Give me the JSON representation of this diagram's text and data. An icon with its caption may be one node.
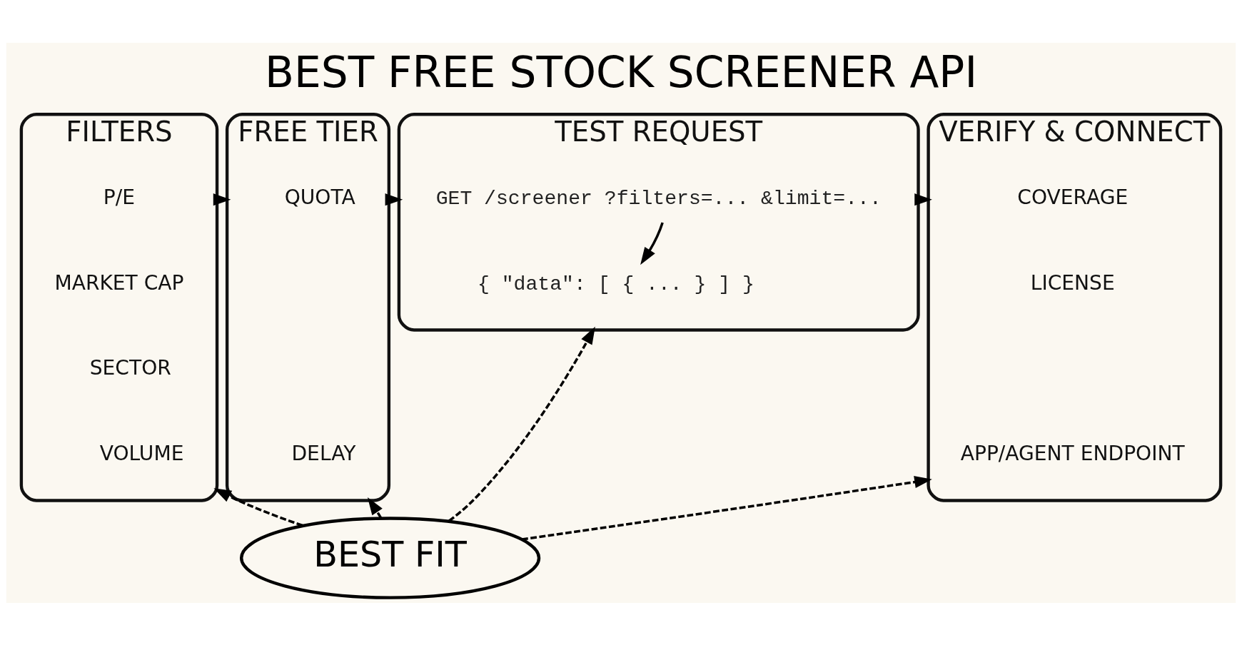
{
  "diagram": {
    "title": "BEST FREE STOCK SCREENER API",
    "nodes": [
      {
        "text": [
          "FILTERS"
        ]
      },
      {
        "text": [
          "P/E"
        ],
        "in": 0
      },
      {
        "text": [
          "MARKET CAP"
        ],
        "in": 0
      },
      {
        "text": [
          "SECTOR"
        ],
        "in": 0
      },
      {
        "text": [
          "VOLUME"
        ],
        "in": 0
      },
      {
        "text": [
          "FREE TIER"
        ]
      },
      {
        "text": [
          "QUOTA"
        ],
        "in": 5
      },
      {
        "text": [
          "DELAY"
        ],
        "in": 5
      },
      {
        "text": [
          "TEST REQUEST"
        ]
      },
      {
        "text": [
          "GET /screener ?filters=... &limit=..."
        ],
        "in": 8
      },
      {
        "text": [
          "{ \"data\": [ { ... } ] }"
        ],
        "in": 8
      },
      {
        "text": [
          "VERIFY & CONNECT"
        ]
      },
      {
        "text": [
          "COVERAGE"
        ],
        "in": 11
      },
      {
        "text": [
          "LICENSE"
        ],
        "in": 11
      },
      {
        "text": [
          "APP/AGENT ENDPOINT"
        ],
        "in": 11
      },
      {
        "text": [
          "BEST FIT"
        ]
      }
    ],
    "edges": [
      {
        "from": 0,
        "to": 5,
        "arrow": "to"
      },
      {
        "from": 5,
        "to": 8,
        "arrow": "to"
      },
      {
        "from": 8,
        "to": 11,
        "arrow": "to"
      },
      {
        "from": 9,
        "to": 10,
        "arrow": "to"
      },
      {
        "from": 15,
        "to": 0,
        "arrow": "to",
        "style": "dashed"
      },
      {
        "from": 15,
        "to": 5,
        "arrow": "to",
        "style": "dashed"
      },
      {
        "from": 15,
        "to": 8,
        "arrow": "to",
        "style": "dashed"
      },
      {
        "from": 15,
        "to": 11,
        "arrow": "to",
        "style": "dashed"
      }
    ]
  }
}
